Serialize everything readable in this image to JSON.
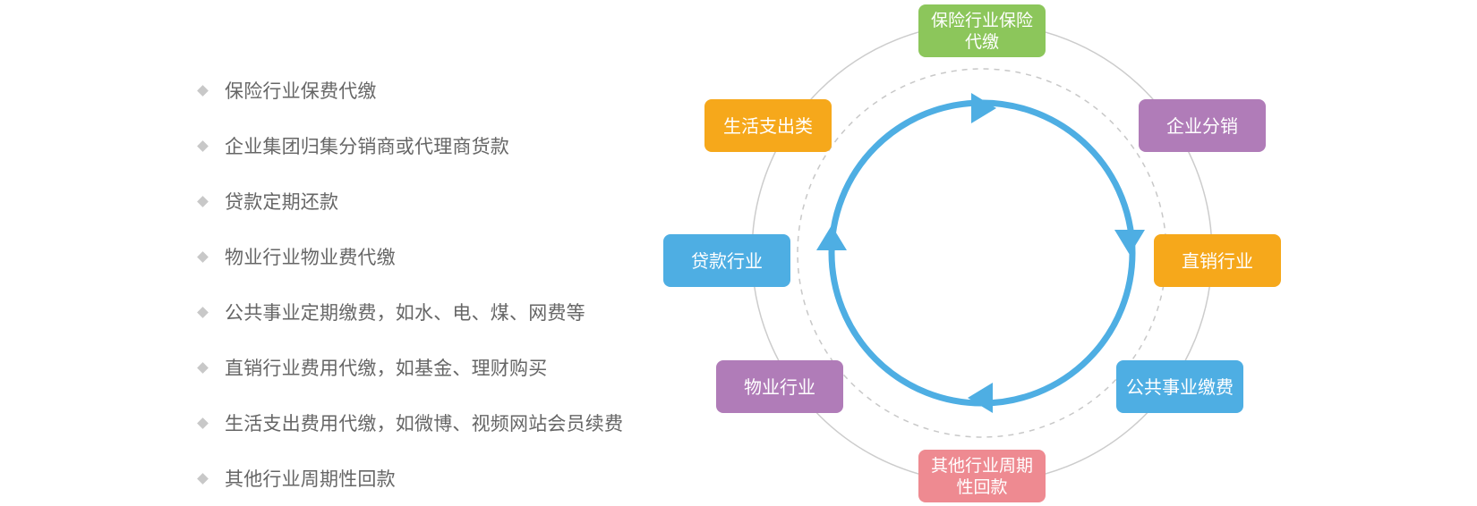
{
  "bullets": [
    "保险行业保费代缴",
    "企业集团归集分销商或代理商货款",
    "贷款定期还款",
    "物业行业物业费代缴",
    "公共事业定期缴费，如水、电、煤、网费等",
    "直销行业费用代缴，如基金、理财购买",
    "生活支出费用代缴，如微博、视频网站会员续费",
    "其他行业周期性回款"
  ],
  "nodes": {
    "insurance": {
      "label": "保险行业保险代缴",
      "color": "#8cc65b"
    },
    "enterprise": {
      "label": "企业分销",
      "color": "#b07cb8"
    },
    "direct": {
      "label": "直销行业",
      "color": "#f6a81b"
    },
    "public": {
      "label": "公共事业缴费",
      "color": "#4eaee3"
    },
    "other": {
      "label": "其他行业周期性回款",
      "color": "#ee8a91"
    },
    "property": {
      "label": "物业行业",
      "color": "#b07cb8"
    },
    "loan": {
      "label": "贷款行业",
      "color": "#4eaee3"
    },
    "life": {
      "label": "生活支出类",
      "color": "#f6a81b"
    }
  },
  "colors": {
    "cycle": "#4eaee3",
    "outer_ring": "#cccccc",
    "dashed_ring": "#c8c8c8",
    "bullet": "#c8c8c8",
    "text": "#666666"
  }
}
